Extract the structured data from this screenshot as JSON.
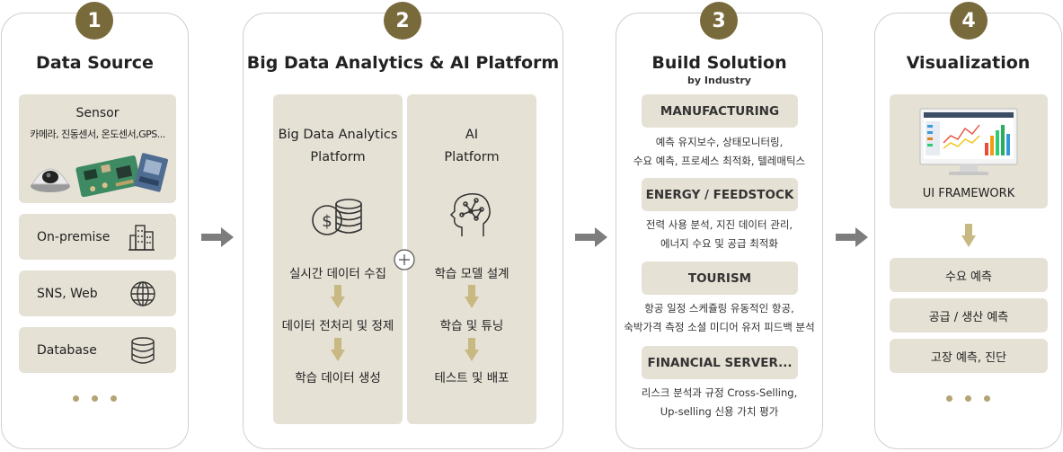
{
  "steps": [
    {
      "number": "1",
      "title": "Data Source",
      "sensor": {
        "title": "Sensor",
        "subtitle": "카메라, 진동센서, 온도센서,GPS..."
      },
      "items": [
        {
          "label": "On-premise",
          "icon": "building-icon"
        },
        {
          "label": "SNS, Web",
          "icon": "globe-icon"
        },
        {
          "label": "Database",
          "icon": "database-icon"
        }
      ]
    },
    {
      "number": "2",
      "title": "Big Data Analytics & AI Platform",
      "left": {
        "title_line1": "Big Data Analytics",
        "title_line2": "Platform",
        "icon": "coins-icon",
        "steps": [
          "실시간 데이터 수집",
          "데이터 전처리 및 정제",
          "학습 데이터 생성"
        ]
      },
      "right": {
        "title_line1": "AI",
        "title_line2": "Platform",
        "icon": "brain-icon",
        "steps": [
          "학습 모델 설계",
          "학습 및 튜닝",
          "테스트 및 배포"
        ]
      },
      "join_icon": "plus-circle-icon"
    },
    {
      "number": "3",
      "title": "Build Solution",
      "subtitle": "by Industry",
      "industries": [
        {
          "name": "MANUFACTURING",
          "line1": "예측 유지보수, 상태모니터링,",
          "line2": "수요 예측, 프로세스 최적화, 텔레매틱스"
        },
        {
          "name": "ENERGY / FEEDSTOCK",
          "line1": "전력 사용 분석, 지진 데이터 관리,",
          "line2": "에너지 수요 및 공급 최적화"
        },
        {
          "name": "TOURISM",
          "line1": "항공 일정 스케쥴링 유동적인 항공,",
          "line2": "숙박가격 측정 소셜 미디어 유저 피드백 분석"
        },
        {
          "name": "FINANCIAL SERVER...",
          "line1": "리스크 분석과 규정 Cross-Selling,",
          "line2": "Up-selling 신용 가치 평가"
        }
      ]
    },
    {
      "number": "4",
      "title": "Visualization",
      "framework_label": "UI FRAMEWORK",
      "framework_icon": "monitor-dashboard-icon",
      "outputs": [
        "수요 예측",
        "공급 / 생산 예측",
        "고장 예측, 진단"
      ]
    }
  ],
  "colors": {
    "badge": "#786a3b",
    "box": "#e6e1d5",
    "arrow": "#7d7d7d",
    "accent_arrow": "#c8b882",
    "border": "#cfcfcf"
  }
}
